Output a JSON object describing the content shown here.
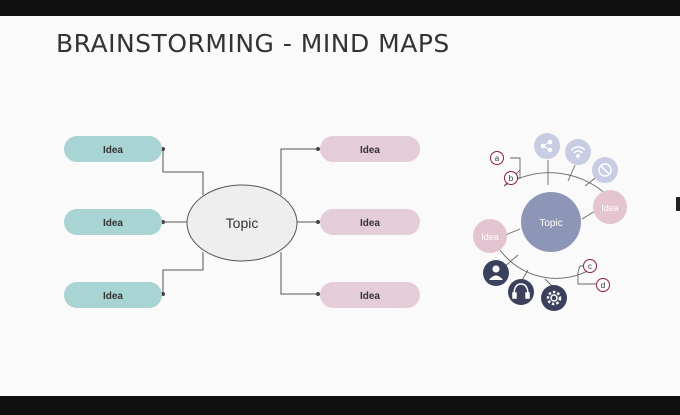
{
  "title": "BRAINSTORMING - MIND MAPS",
  "left_map": {
    "topic": "Topic",
    "left_ideas": [
      "Idea",
      "Idea",
      "Idea"
    ],
    "right_ideas": [
      "Idea",
      "Idea",
      "Idea"
    ],
    "colors": {
      "teal": "#a8d4d4",
      "pink": "#e4ccd8",
      "topic_fill": "#eeeeee"
    }
  },
  "right_map": {
    "topic": "Topic",
    "ideas": [
      "Idea",
      "Idea"
    ],
    "labels": [
      "a",
      "b",
      "c",
      "d"
    ],
    "icons": [
      "share-icon",
      "wifi-icon",
      "no-entry-icon",
      "user-icon",
      "headphones-icon",
      "gear-icon"
    ],
    "colors": {
      "hub": "#8e96b8",
      "light_bubble": "#c9cde3",
      "dark_bubble": "#3b415c",
      "idea_pink": "#e4c4d0",
      "label_ring": "#8b1e3f"
    }
  }
}
